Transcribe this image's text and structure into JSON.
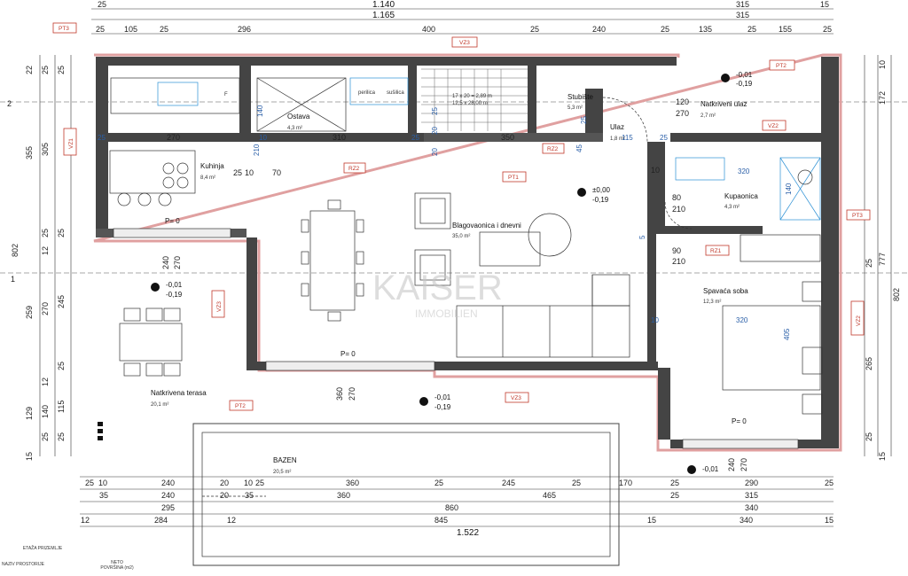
{
  "dims": {
    "top1": [
      "25",
      "1.140",
      "315",
      "15"
    ],
    "top2": [
      "1.165",
      "315"
    ],
    "top3": [
      "25",
      "105",
      "25",
      "296",
      "400",
      "25",
      "240",
      "25",
      "135",
      "25",
      "155",
      "25"
    ],
    "bottom1": [
      "25",
      "10",
      "240",
      "20",
      "10",
      "25",
      "360",
      "25",
      "245",
      "25",
      "170",
      "25",
      "290",
      "25"
    ],
    "bottom2": [
      "35",
      "240",
      "20",
      "35",
      "360",
      "465",
      "25",
      "315"
    ],
    "bottom3": [
      "295",
      "860",
      "340"
    ],
    "bottom4": [
      "12",
      "284",
      "12",
      "845",
      "15",
      "340",
      "15"
    ],
    "bottom5": [
      "1.522"
    ],
    "left_outer": [
      "22",
      "355",
      "802",
      "259",
      "129",
      "15"
    ],
    "left_mid": [
      "25",
      "305",
      "25",
      "12",
      "270",
      "12",
      "140",
      "25"
    ],
    "left_inner": [
      "25",
      "25",
      "245",
      "25",
      "115",
      "25"
    ],
    "right_a": [
      "10",
      "172",
      "777",
      "15"
    ],
    "right_b": [
      "802"
    ],
    "right_c": [
      "25",
      "265",
      "25"
    ]
  },
  "rooms": {
    "kuhinja": {
      "name": "Kuhinja",
      "area": "8,4 m²"
    },
    "ostava": {
      "name": "Ostava",
      "area": "4,3 m²"
    },
    "stubiste": {
      "name": "Stubište",
      "area": "5,3 m²"
    },
    "ulaz": {
      "name": "Ulaz",
      "area": "1,8 m²"
    },
    "natkriveni_ulaz": {
      "name": "Natkriveni ulaz",
      "area": "2,7 m²"
    },
    "blagovaonica": {
      "name": "Blagovaonica i dnevni",
      "area": "35,0 m²"
    },
    "kupaonica": {
      "name": "Kupaonica",
      "area": "4,3 m²"
    },
    "spavaca": {
      "name": "Spavaća soba",
      "area": "12,3 m²"
    },
    "terasa": {
      "name": "Natkrivena terasa",
      "area": "20,1 m²"
    },
    "bazen": {
      "name": "BAZEN",
      "area": "20,5 m²"
    }
  },
  "tags": {
    "pt3a": "PT3",
    "pt2a": "PT2",
    "vz3a": "VZ3",
    "vz1": "VZ1",
    "rz2a": "RZ2",
    "rz2b": "RZ2",
    "pt1": "PT1",
    "vz2a": "VZ2",
    "pt3b": "PT3",
    "rz1": "RZ1",
    "vz3b": "VZ3",
    "vz2b": "VZ2",
    "pt2b": "PT2",
    "vz3c": "VZ3"
  },
  "levels": {
    "main": [
      "±0,00",
      "-0,19"
    ],
    "terrace": [
      "-0,01",
      "-0,19"
    ],
    "entry": [
      "-0,01",
      "-0,19"
    ],
    "front": [
      "-0,01",
      "-0,19"
    ],
    "pool": "-0,01",
    "p0a": "P= 0",
    "p0b": "P= 0",
    "p0c": "P= 0"
  },
  "inner_dims": {
    "k270": "270",
    "k310": "310",
    "k350": "350",
    "k25a": "25",
    "k10": "10",
    "k25b": "25",
    "k115": "115",
    "k45": "45",
    "k140": "140",
    "k210a": "210",
    "k70": "70",
    "k25c": "25",
    "k10b": "10",
    "k320a": "320",
    "k140b": "140",
    "k80": "80",
    "k210b": "210",
    "k90": "90",
    "k210c": "210",
    "k320b": "320",
    "k405": "405",
    "k10c": "10",
    "k240a": "240",
    "k270a": "270",
    "k360": "360",
    "k270b": "270",
    "k240b": "240",
    "k270c": "270",
    "k120": "120",
    "k270d": "270",
    "k10d": "10",
    "k5": "5",
    "k25d": "25",
    "k20": "20",
    "k25e": "25",
    "k25f": "25",
    "k20b": "20"
  },
  "stairs": {
    "l1": "17 x 20 = 2,89 m",
    "l2": "12,5 x 28,00 m"
  },
  "labels": {
    "fp": "F",
    "ps1": "perilica",
    "ps2": "sušilica",
    "axis1": "2",
    "axis2": "1"
  },
  "watermark": {
    "line1": "KAISER",
    "line2": "IMMOBILIEN"
  },
  "table": {
    "header": "ETAŽA PRIZEMLJE",
    "col1": "NAZIV PROSTORIJE",
    "col2": "NETO POVRŠINA (m2)"
  }
}
